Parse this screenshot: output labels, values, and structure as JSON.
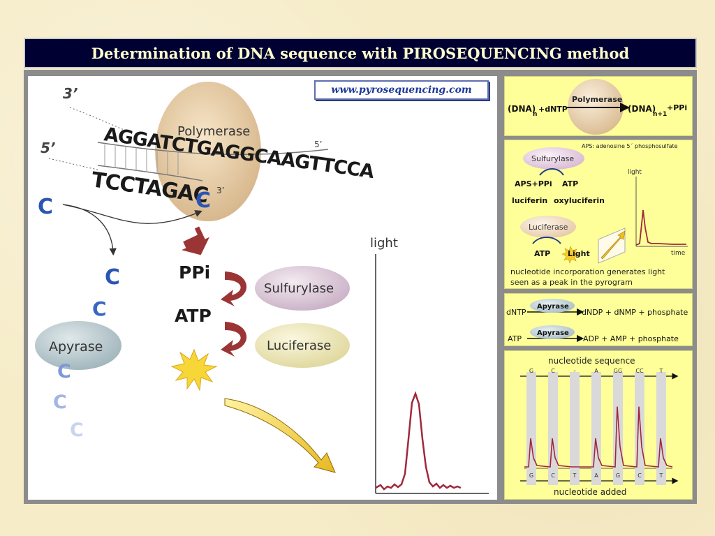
{
  "slide": {
    "title": "Determination of DNA sequence with PIROSEQUENCING method",
    "url": "www.pyrosequencing.com"
  },
  "main": {
    "strand_labels": {
      "top_end": "3’",
      "bottom_end": "5’",
      "primer_end": "3’",
      "strand_tail": "5’"
    },
    "template_strand": "AGGATCTGAGGCAAGTTCCA",
    "primer_strand": "TCCTAGAC",
    "incoming_nucleotide": "C",
    "enzymes": {
      "polymerase": "Polymerase",
      "sulfurylase": "Sulfurylase",
      "luciferase": "Luciferase",
      "apyrase": "Apyrase"
    },
    "molecules": {
      "ppi": "PPi",
      "atp": "ATP"
    },
    "degraded_nucleotides": [
      "C",
      "C",
      "C",
      "C",
      "C",
      "C"
    ],
    "light_label": "light"
  },
  "panel_polymerase": {
    "enzyme": "Polymerase",
    "lhs": "(DNA)",
    "lhs_sub": "n",
    "plus_dntp": "+dNTP",
    "rhs": "(DNA)",
    "rhs_sub": "n+1",
    "plus_ppi": "+PPi"
  },
  "panel_light": {
    "note": "APS: adenosine 5´ phosphosulfate",
    "sulfurylase": "Sulfurylase",
    "aps_ppi": "APS+PPi",
    "atp_product": "ATP",
    "luciferin": "luciferin",
    "oxyluciferin": "oxyluciferin",
    "luciferase": "Luciferase",
    "atp": "ATP",
    "light_word": "Light",
    "axis_y": "light",
    "axis_x": "time",
    "caption_line1": "nucleotide incorporation generates light",
    "caption_line2": "seen as a peak in the pyrogram"
  },
  "panel_apyrase": {
    "row1": {
      "substrate": "dNTP",
      "enzyme": "Apyrase",
      "products": "dNDP + dNMP + phosphate"
    },
    "row2": {
      "substrate": "ATP",
      "enzyme": "Apyrase",
      "products": "ADP + AMP + phosphate"
    }
  },
  "panel_pyrogram": {
    "top_title": "nucleotide sequence",
    "bottom_title": "nucleotide added",
    "sequence_labels": [
      "G",
      "C",
      "–",
      "A",
      "GG",
      "CC",
      "T"
    ],
    "added_labels": [
      "G",
      "C",
      "T",
      "A",
      "G",
      "C",
      "T"
    ],
    "peak_heights": [
      0.33,
      0.33,
      0,
      0.33,
      0.68,
      0.68,
      0.33
    ]
  },
  "colors": {
    "title_bg": "#000033",
    "title_text": "#ffffcc",
    "panel_yellow": "#ffff99",
    "peak_line": "#a0283c",
    "nucleotide_blue": "#2a55b5",
    "arrow_red": "#9b3535",
    "arrow_yellow": "#f2cc2c"
  }
}
